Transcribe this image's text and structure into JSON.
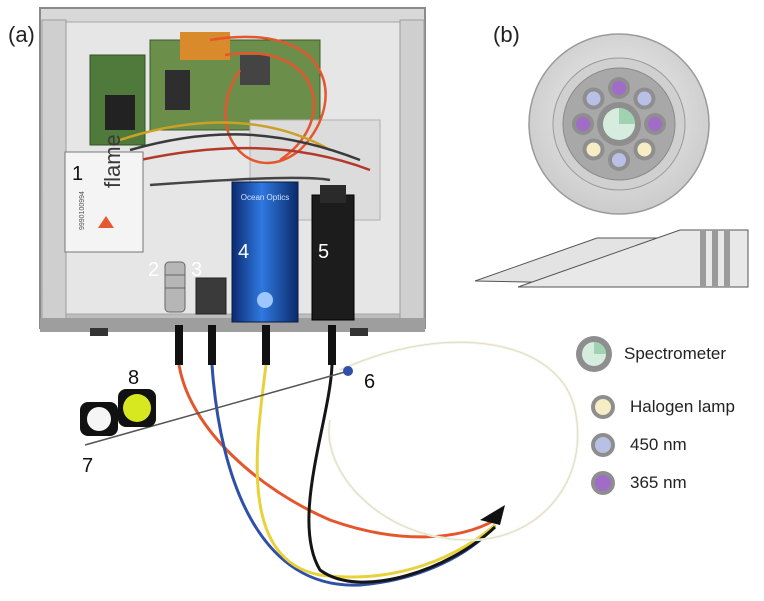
{
  "panel_labels": {
    "a": "(a)",
    "b": "(b)"
  },
  "components": {
    "c1": "1",
    "c2": "2",
    "c3": "3",
    "c4": "4",
    "c5": "5",
    "c6": "6",
    "c7": "7",
    "c8": "8"
  },
  "device_text": {
    "flame": "flame",
    "serial": "9990100994",
    "brand": "Ocean Optics"
  },
  "legend": {
    "spectrometer": "Spectrometer",
    "halogen": "Halogen lamp",
    "nm450": "450 nm",
    "nm365": "365 nm"
  },
  "colors": {
    "spectrometer_fill": "#cfe8d8",
    "halogen_fill": "#f6edc4",
    "nm450_fill": "#b8c0e6",
    "nm365_fill": "#a06cc8",
    "fiber_red": "#e4572e",
    "fiber_blue": "#2f4fa8",
    "fiber_yellow": "#e8d23a",
    "fiber_black": "#151515",
    "lamp_blue": "#2060c8"
  }
}
